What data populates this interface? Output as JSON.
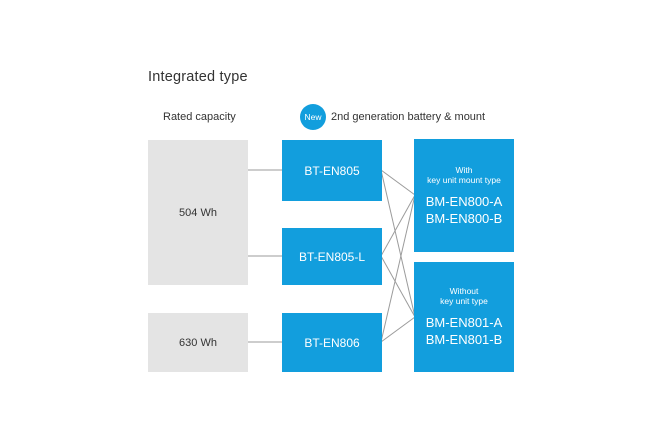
{
  "page": {
    "title": "Integrated type"
  },
  "labels": {
    "rated_capacity": "Rated capacity",
    "new_badge": "New",
    "generation": "2nd generation battery & mount"
  },
  "capacities": [
    {
      "label": "504 Wh"
    },
    {
      "label": "630 Wh"
    }
  ],
  "batteries": [
    {
      "label": "BT-EN805"
    },
    {
      "label": "BT-EN805-L"
    },
    {
      "label": "BT-EN806"
    }
  ],
  "mounts": [
    {
      "type_line1": "With",
      "type_line2": "key unit mount type",
      "models": [
        "BM-EN800-A",
        "BM-EN800-B"
      ]
    },
    {
      "type_line1": "Without",
      "type_line2": "key unit type",
      "models": [
        "BM-EN801-A",
        "BM-EN801-B"
      ]
    }
  ],
  "colors": {
    "accent_blue": "#129edd",
    "box_gray": "#e4e4e4",
    "line_gray": "#9b9b9b",
    "text_dark": "#333333"
  }
}
